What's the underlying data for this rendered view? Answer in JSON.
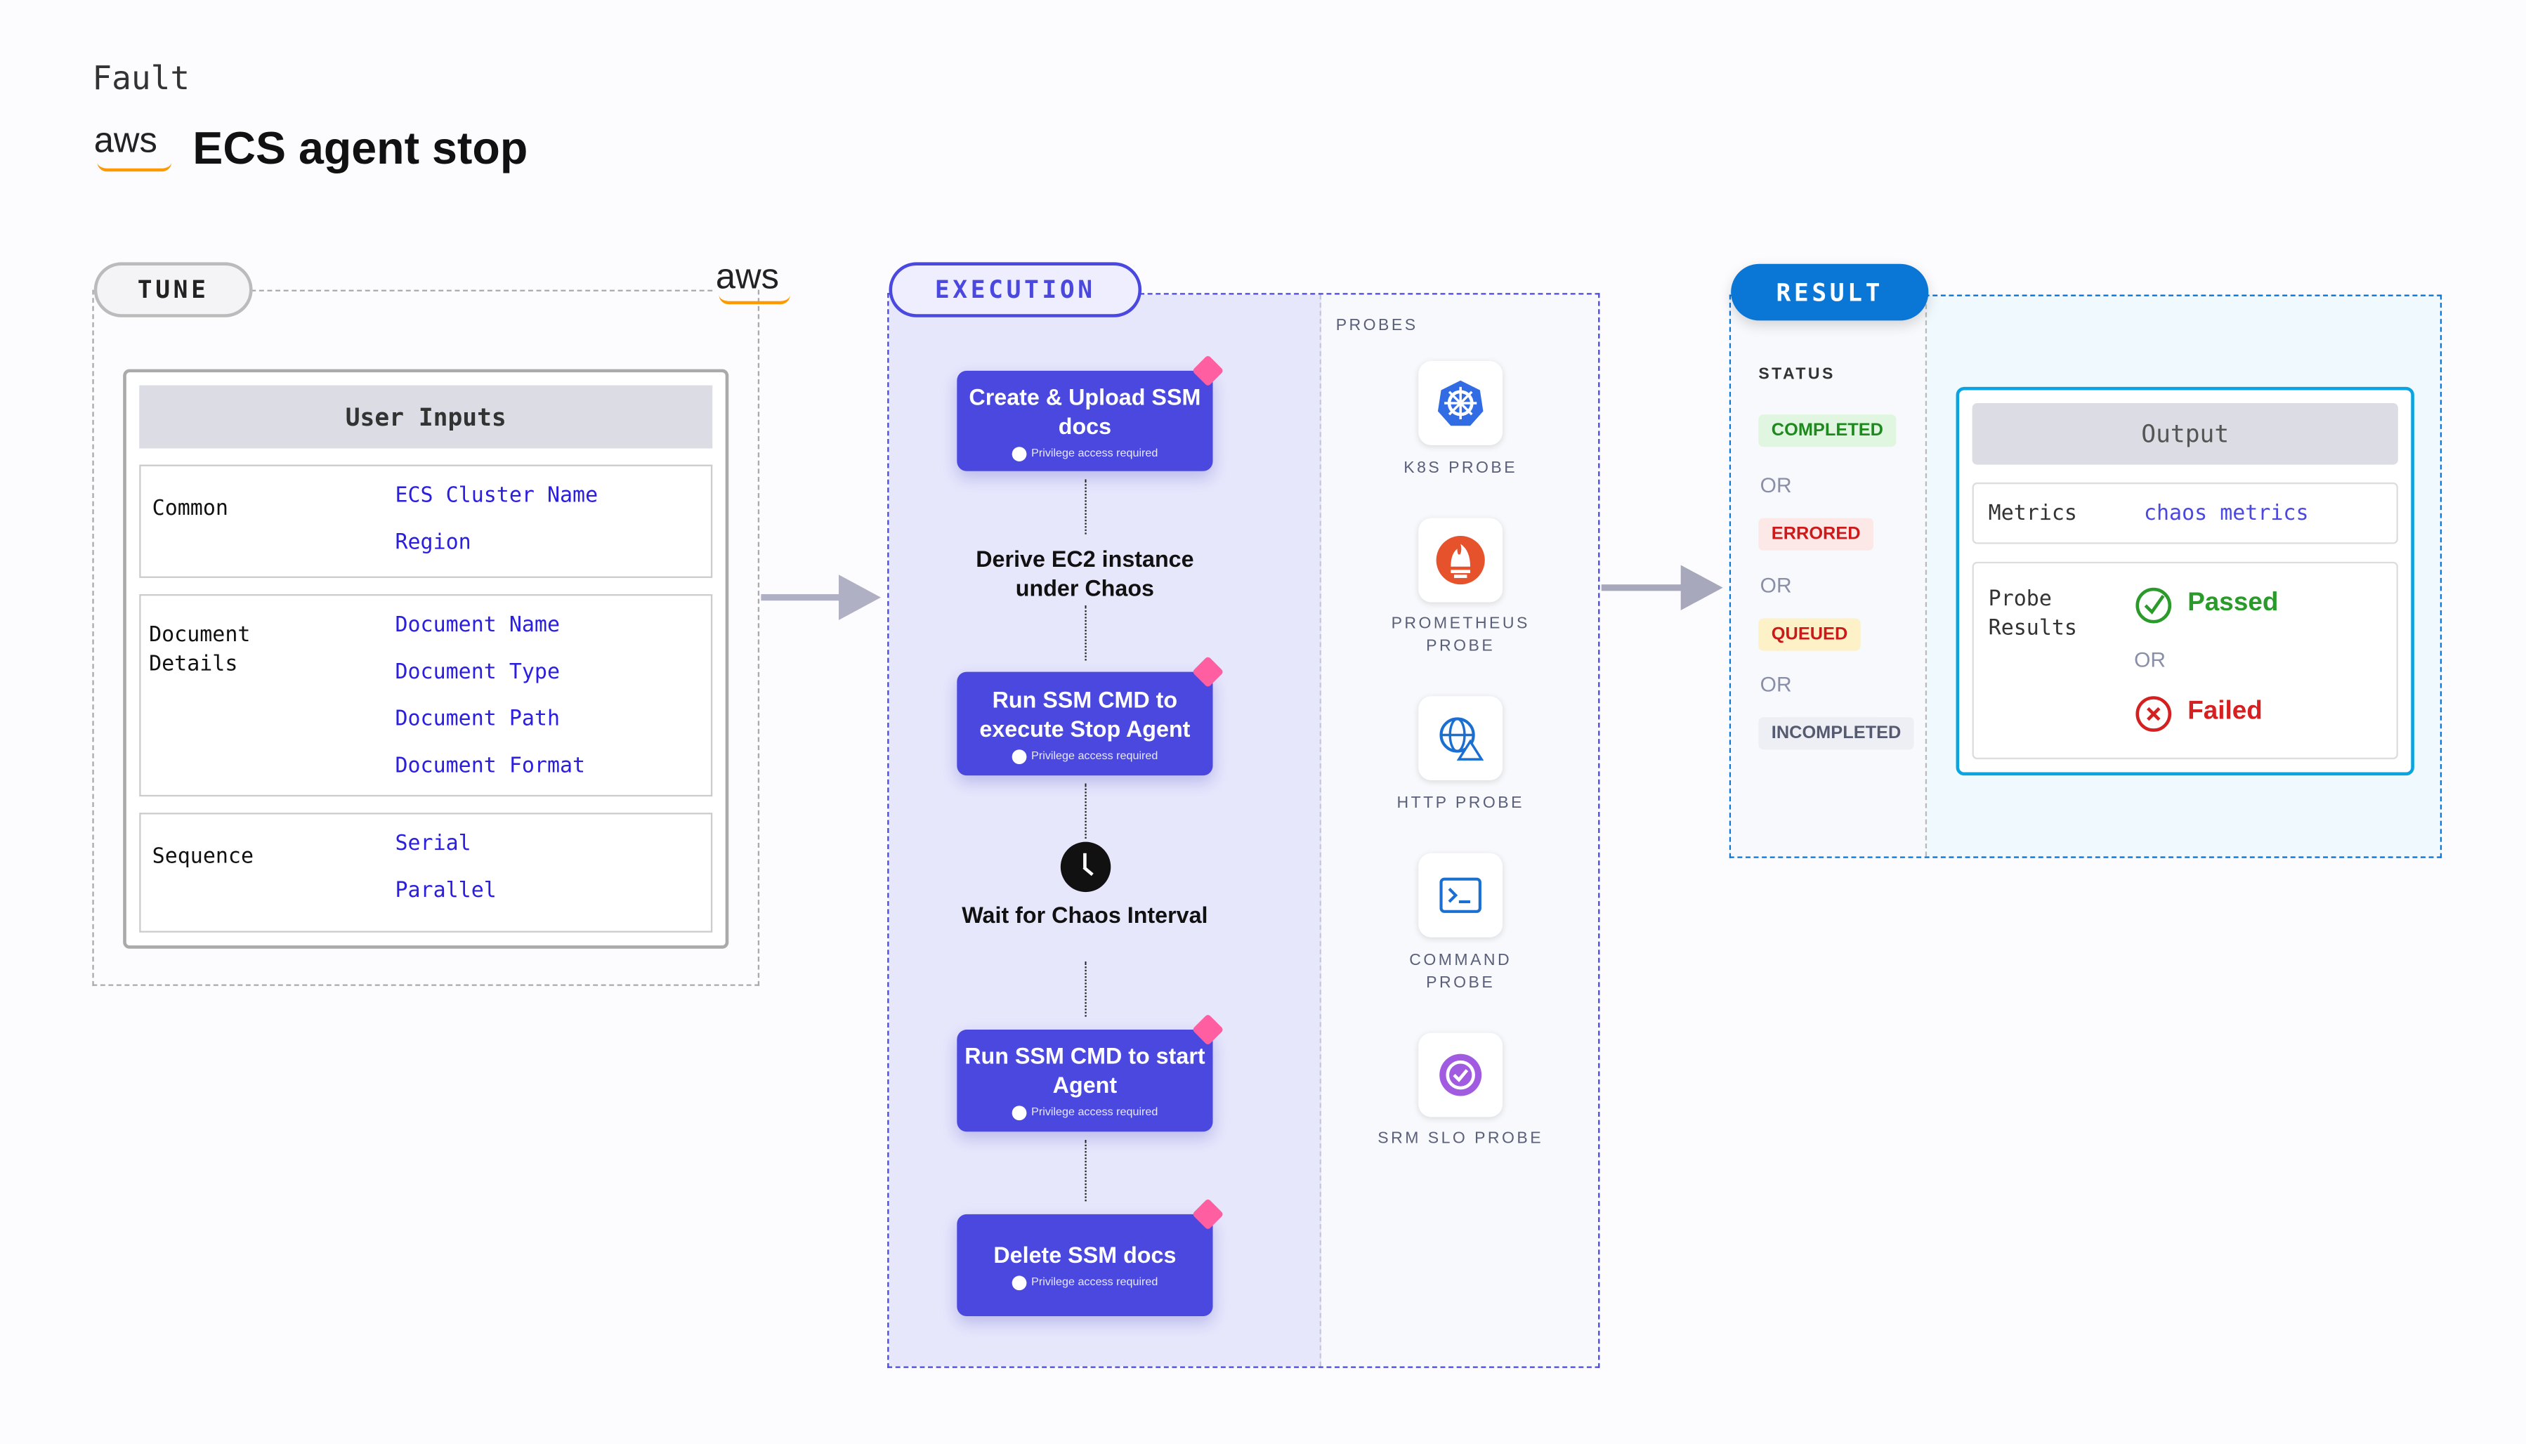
{
  "header": {
    "kicker": "Fault",
    "logo": "aws",
    "title": "ECS agent stop"
  },
  "tune": {
    "label": "TUNE",
    "logo": "aws",
    "user_inputs": "User Inputs",
    "groups": [
      {
        "name": "Common",
        "items": [
          "ECS Cluster Name",
          "Region"
        ]
      },
      {
        "name": "Document\nDetails",
        "items": [
          "Document Name",
          "Document Type",
          "Document Path",
          "Document Format"
        ]
      },
      {
        "name": "Sequence",
        "items": [
          "Serial",
          "Parallel"
        ]
      }
    ]
  },
  "execution": {
    "label": "EXECUTION",
    "steps": [
      {
        "title": "Create & Upload SSM docs",
        "note": "Privilege access required"
      },
      {
        "title": "Derive EC2 instance under Chaos"
      },
      {
        "title": "Run SSM CMD to execute Stop Agent",
        "note": "Privilege access required"
      },
      {
        "title": "Wait for Chaos Interval"
      },
      {
        "title": "Run SSM CMD to start Agent",
        "note": "Privilege access required"
      },
      {
        "title": "Delete SSM docs",
        "note": "Privilege access required"
      }
    ],
    "probes_label": "PROBES",
    "probes": [
      {
        "label": "K8S PROBE",
        "icon": "kubernetes-icon"
      },
      {
        "label": "PROMETHEUS PROBE",
        "icon": "prometheus-icon"
      },
      {
        "label": "HTTP PROBE",
        "icon": "globe-icon"
      },
      {
        "label": "COMMAND PROBE",
        "icon": "terminal-icon"
      },
      {
        "label": "SRM SLO PROBE",
        "icon": "slo-icon"
      }
    ]
  },
  "result": {
    "label": "RESULT",
    "status_label": "STATUS",
    "or": "OR",
    "statuses": [
      {
        "label": "COMPLETED",
        "color": "#1e8a1e",
        "bg": "#e1f6e1"
      },
      {
        "label": "ERRORED",
        "color": "#cc1a1a",
        "bg": "#fde8e8"
      },
      {
        "label": "QUEUED",
        "color": "#cc1a1a",
        "bg": "#fdf1c8"
      },
      {
        "label": "INCOMPLETED",
        "color": "#555a70",
        "bg": "#eeeff4"
      }
    ],
    "output": {
      "title": "Output",
      "metrics_label": "Metrics",
      "metrics_value": "chaos metrics",
      "probe_results_label": "Probe\nResults",
      "passed": "Passed",
      "failed": "Failed"
    }
  },
  "colors": {
    "execution": "#4a48de",
    "result": "#0a76d6",
    "passed": "#2a9a2a",
    "failed": "#d42020"
  }
}
